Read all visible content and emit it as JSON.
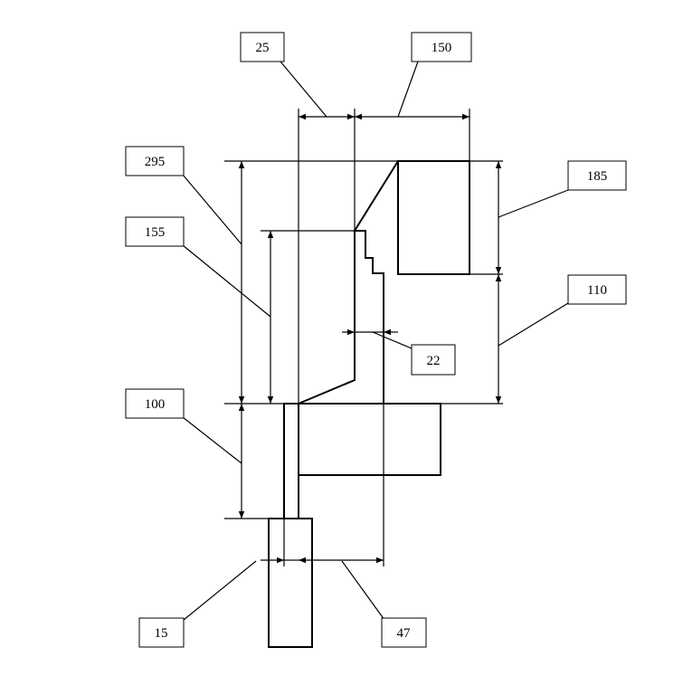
{
  "dimensions": [
    {
      "id": "d25",
      "label": "25"
    },
    {
      "id": "d150",
      "label": "150"
    },
    {
      "id": "d295",
      "label": "295"
    },
    {
      "id": "d185",
      "label": "185"
    },
    {
      "id": "d155",
      "label": "155"
    },
    {
      "id": "d110",
      "label": "110"
    },
    {
      "id": "d22",
      "label": "22"
    },
    {
      "id": "d100",
      "label": "100"
    },
    {
      "id": "d15",
      "label": "15"
    },
    {
      "id": "d47",
      "label": "47"
    }
  ]
}
